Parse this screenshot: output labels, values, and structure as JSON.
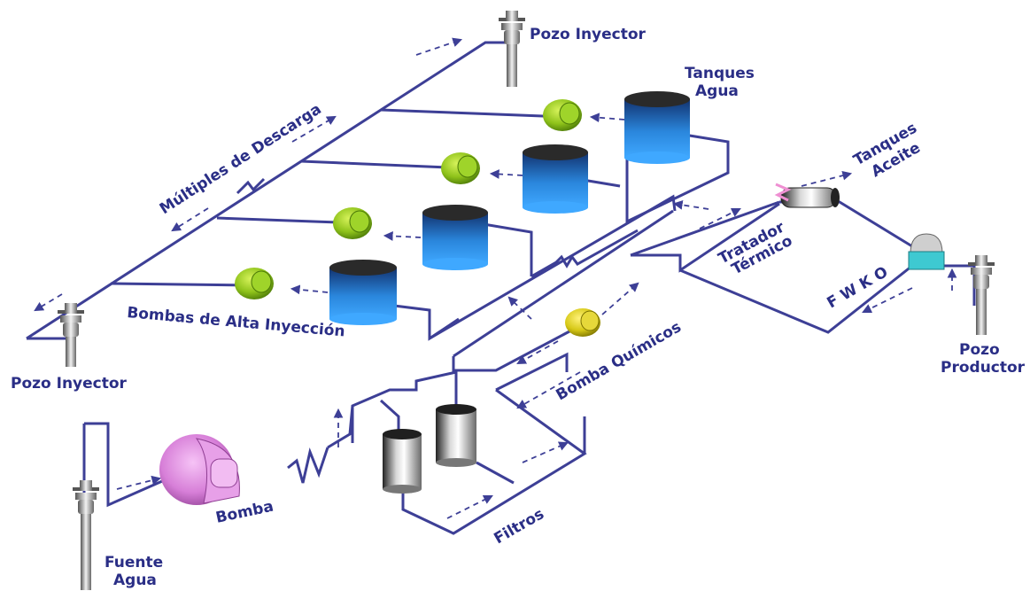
{
  "labels": {
    "pozo_inyector_top": "Pozo  Inyector",
    "pozo_inyector_left": "Pozo  Inyector",
    "tanques_agua_1": "Tanques",
    "tanques_agua_2": "Agua",
    "tanques_aceite_1": "Tanques",
    "tanques_aceite_2": "Aceite",
    "multiples_descarga": "Múltiples de Descarga",
    "bombas_alta": "Bombas de Alta Inyección",
    "tratador_1": "Tratador",
    "tratador_2": "Térmico",
    "fwko": "F W K O",
    "pozo_productor_1": "Pozo",
    "pozo_productor_2": "Productor",
    "bomba_quimicos": "Bomba Químicos",
    "bomba": "Bomba",
    "filtros": "Filtros",
    "fuente_agua_1": "Fuente",
    "fuente_agua_2": "Agua"
  },
  "colors": {
    "pipe": "#3d3f96",
    "label": "#2a2e86",
    "water_tank": "#2f8fe8",
    "pump_green": "#8ec21a",
    "pump_yellow": "#d6c816",
    "main_pump": "#d77fd8"
  }
}
